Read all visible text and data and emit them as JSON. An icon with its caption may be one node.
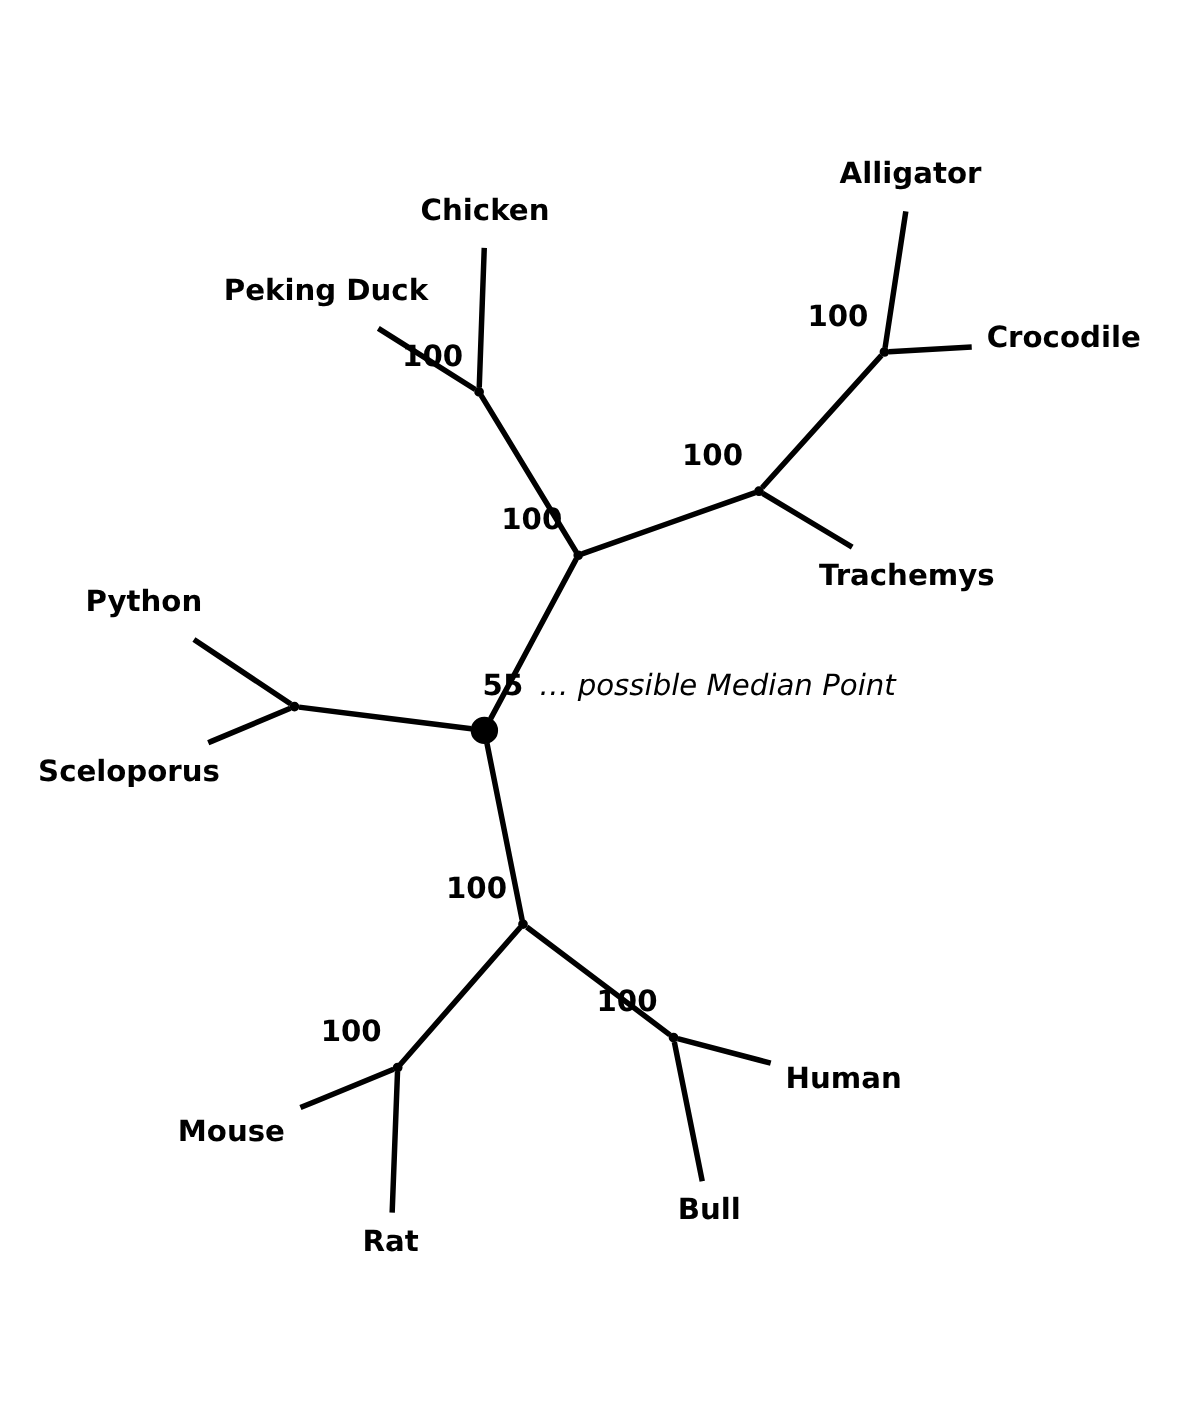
{
  "diagram": {
    "nodes": [
      {
        "text": [
          "Bull"
        ]
      },
      {
        "text": [
          "Human"
        ]
      },
      {
        "text": [],
        "shape": "point",
        "beside": [
          "100"
        ]
      },
      {
        "text": [
          "Mouse"
        ]
      },
      {
        "text": [],
        "shape": "point",
        "beside": [
          "100"
        ]
      },
      {
        "text": [
          "Rat"
        ]
      },
      {
        "text": [
          "Python"
        ]
      },
      {
        "text": [],
        "shape": "point",
        "beside": [
          "100"
        ]
      },
      {
        "text": [],
        "shape": "point"
      },
      {
        "text": [],
        "shape": "circle",
        "beside": [
          "55",
          "… possible Median Point"
        ]
      },
      {
        "text": [
          "Sceloporus"
        ]
      },
      {
        "text": [],
        "shape": "point",
        "beside": [
          "100"
        ]
      },
      {
        "text": [],
        "shape": "point",
        "beside": [
          "100"
        ]
      },
      {
        "text": [
          "Trachemys"
        ]
      },
      {
        "text": [],
        "shape": "point",
        "beside": [
          "100"
        ]
      },
      {
        "text": [
          "Chicken"
        ]
      },
      {
        "text": [],
        "shape": "point",
        "beside": [
          "100"
        ]
      },
      {
        "text": [
          "Alligator"
        ]
      },
      {
        "text": [
          "Peking Duck"
        ]
      },
      {
        "text": [
          "Crocodile"
        ]
      }
    ],
    "edges": [
      {
        "from": 2,
        "to": 0,
        "arrow": "none"
      },
      {
        "from": 2,
        "to": 1,
        "arrow": "none"
      },
      {
        "from": 7,
        "to": 2,
        "arrow": "none"
      },
      {
        "from": 4,
        "to": 3,
        "arrow": "none"
      },
      {
        "from": 4,
        "to": 5,
        "arrow": "none"
      },
      {
        "from": 7,
        "to": 4,
        "arrow": "none"
      },
      {
        "from": 9,
        "to": 7,
        "arrow": "none"
      },
      {
        "from": 8,
        "to": 6,
        "arrow": "none"
      },
      {
        "from": 8,
        "to": 10,
        "arrow": "none"
      },
      {
        "from": 9,
        "to": 8,
        "arrow": "none"
      },
      {
        "from": 9,
        "to": 11,
        "arrow": "none"
      },
      {
        "from": 11,
        "to": 14,
        "arrow": "none"
      },
      {
        "from": 14,
        "to": 15,
        "arrow": "none"
      },
      {
        "from": 14,
        "to": 18,
        "arrow": "none"
      },
      {
        "from": 11,
        "to": 12,
        "arrow": "none"
      },
      {
        "from": 12,
        "to": 13,
        "arrow": "none"
      },
      {
        "from": 12,
        "to": 16,
        "arrow": "none"
      },
      {
        "from": 16,
        "to": 17,
        "arrow": "none"
      },
      {
        "from": 16,
        "to": 19,
        "arrow": "none"
      }
    ]
  }
}
